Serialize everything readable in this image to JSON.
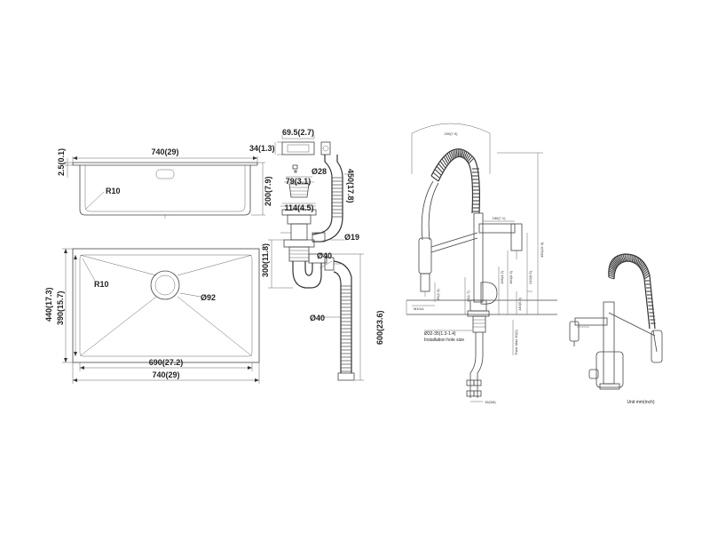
{
  "sink": {
    "top_width": "740(29)",
    "depth_outer": "200(7.9)",
    "rim_thickness": "2.5(0.1)",
    "corner_radius_side": "R10",
    "corner_radius_plan": "R10",
    "drain_diameter": "Ø92",
    "outer_length": "440(17.3)",
    "inner_length": "390(15.7)",
    "inner_width": "690(27.2)",
    "bottom_width": "740(29)"
  },
  "drain": {
    "overflow_width": "69.5(2.7)",
    "overflow_height": "34(1.3)",
    "strainer_width": "79(3.1)",
    "flange_width": "114(4.5)",
    "overflow_pipe": "Ø28",
    "overflow_length": "450(17.8)",
    "outlet_small": "Ø19",
    "trap_height": "300(11.8)",
    "trap_pipe": "Ø40",
    "hose_pipe": "Ø40",
    "hose_length": "600(23.6)"
  },
  "faucet": {
    "spring_width": "200(7.9)",
    "spout_reach": "180(7.1)",
    "total_height": "490(19.3)",
    "spray_height": "242(9.5)",
    "handle_height": "160(6.3)",
    "lever_offset": "106(4.2)",
    "base_height": "140(5.5)",
    "deck_height": "43(1.7)",
    "side_left": "59(2.3)",
    "thread_size": "M10x1",
    "hole_size": "Ø32-35(1.3-1.4)",
    "hole_label": "Installation hole size",
    "thick_label": "Thick Max 50(2)",
    "hose_offset": "15(3/8)",
    "unit_label": "Unit mm(inch)"
  }
}
